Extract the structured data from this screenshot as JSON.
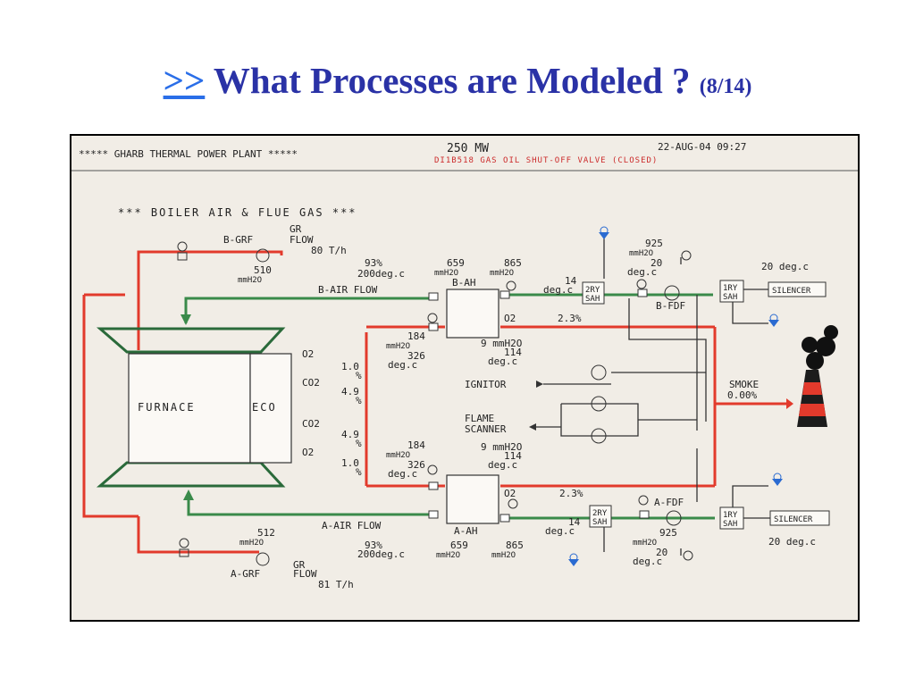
{
  "title": {
    "back_link": ">>",
    "main": "What Processes are Modeled ?",
    "page": "(8/14)"
  },
  "colors": {
    "title": "#2a32a6",
    "back_link": "#2a6ee8",
    "flue_gas": "#e23a2c",
    "air": "#3a8a4a",
    "background": "#f1ede6"
  },
  "header": {
    "plant": "***** GHARB THERMAL POWER PLANT *****",
    "power": "250 MW",
    "datetime": "22-AUG-04 09:27",
    "alarm": "DI1B518 GAS OIL SHUT-OFF VALVE (CLOSED)"
  },
  "subtitle": "*** BOILER AIR & FLUE GAS ***",
  "furnace": {
    "furnace": "FURNACE",
    "eco": "ECO"
  },
  "analyzers": {
    "b_o2_label": "O2",
    "b_o2_value": "1.0",
    "b_o2_unit": "%",
    "b_co2_label": "CO2",
    "b_co2_value": "4.9",
    "b_co2_unit": "%",
    "a_co2_label": "CO2",
    "a_co2_value": "4.9",
    "a_co2_unit": "%",
    "a_o2_label": "O2",
    "a_o2_value": "1.0",
    "a_o2_unit": "%"
  },
  "b_side": {
    "grf_label": "B-GRF",
    "gr_label": "GR",
    "flow_label": "FLOW",
    "flow_value": "80 T/h",
    "grf_pressure": "510",
    "grf_pressure_unit": "mmH2O",
    "air_pct": "93%",
    "air_temp": "200deg.c",
    "ah_in_pressure": "659",
    "ah_in_unit": "mmH2O",
    "ah_out_pressure": "865",
    "ah_out_unit": "mmH2O",
    "ah_label": "B-AH",
    "air_flow_label": "B-AIR FLOW",
    "gas_in_pressure": "184",
    "gas_in_unit": "mmH2O",
    "gas_in_temp": "326",
    "gas_in_temp_unit": "deg.c",
    "gas_out_pressure": "9 mmH2O",
    "gas_out_temp": "114",
    "gas_out_temp_unit": "deg.c",
    "o2_label": "O2",
    "o2_value": "2.3%",
    "sah2_temp": "14",
    "sah2_temp_unit": "deg.c",
    "sah2_label_1": "2RY",
    "sah2_label_2": "SAH",
    "fdf_pressure": "925",
    "fdf_pressure_unit": "mmH2O",
    "fdf_temp": "20",
    "fdf_temp_unit": "deg.c",
    "fdf_label": "B-FDF",
    "sah1_label_1": "1RY",
    "sah1_label_2": "SAH",
    "silencer": "SILENCER",
    "silencer_temp": "20 deg.c"
  },
  "a_side": {
    "grf_label": "A-GRF",
    "gr_label": "GR",
    "flow_label": "FLOW",
    "flow_value": "81 T/h",
    "grf_pressure": "512",
    "grf_pressure_unit": "mmH2O",
    "air_pct": "93%",
    "air_temp": "200deg.c",
    "ah_in_pressure": "659",
    "ah_in_unit": "mmH2O",
    "ah_out_pressure": "865",
    "ah_out_unit": "mmH2O",
    "ah_label": "A-AH",
    "air_flow_label": "A-AIR FLOW",
    "gas_in_pressure": "184",
    "gas_in_unit": "mmH2O",
    "gas_in_temp": "326",
    "gas_in_temp_unit": "deg.c",
    "gas_out_pressure": "9 mmH2O",
    "gas_out_temp": "114",
    "gas_out_temp_unit": "deg.c",
    "o2_label": "O2",
    "o2_value": "2.3%",
    "sah2_temp": "14",
    "sah2_temp_unit": "deg.c",
    "sah2_label_1": "2RY",
    "sah2_label_2": "SAH",
    "fdf_pressure": "925",
    "fdf_pressure_unit": "mmH2O",
    "fdf_temp": "20",
    "fdf_temp_unit": "deg.c",
    "fdf_label": "A-FDF",
    "sah1_label_1": "1RY",
    "sah1_label_2": "SAH",
    "silencer": "SILENCER",
    "silencer_temp": "20 deg.c"
  },
  "center": {
    "ignitor": "IGNITOR",
    "flame_1": "FLAME",
    "flame_2": "SCANNER"
  },
  "smoke": {
    "label": "SMOKE",
    "value": "0.00%"
  }
}
